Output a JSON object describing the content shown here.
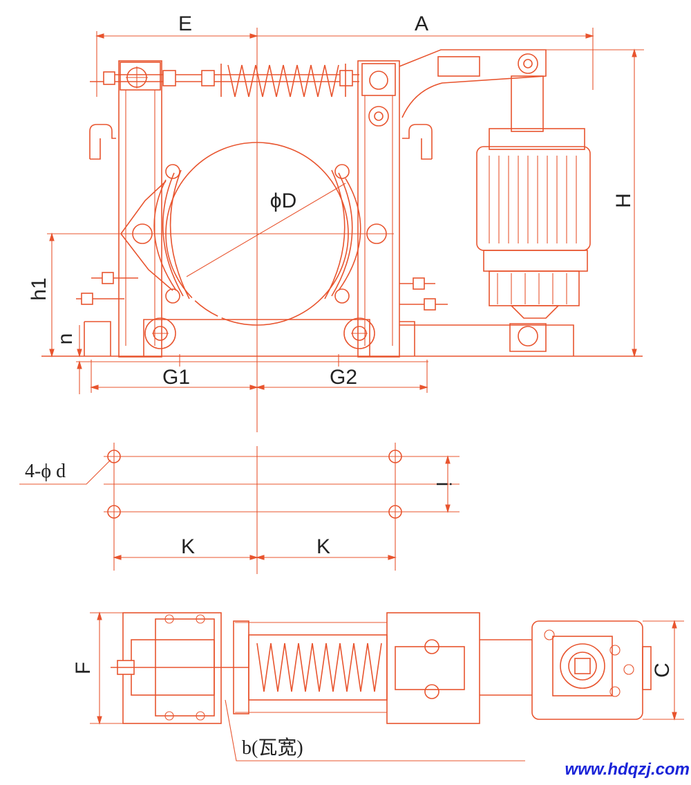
{
  "colors": {
    "drawing": "#e8542e",
    "label_text": "#222222",
    "watermark": "#1a24d8"
  },
  "labels": {
    "E": "E",
    "A": "A",
    "phiD": "ϕD",
    "H": "H",
    "h1": "h1",
    "n": "n",
    "G1": "G1",
    "G2": "G2",
    "holes": "4-ϕ d",
    "i": "i",
    "K_left": "K",
    "K_right": "K",
    "F": "F",
    "C": "C",
    "b": "b(瓦宽)"
  },
  "watermark": "www.hdqzj.com"
}
